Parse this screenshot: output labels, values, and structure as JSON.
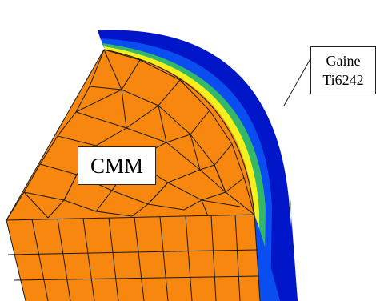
{
  "labels": {
    "core": "CMM",
    "sheath_line1": "Gaine",
    "sheath_line2": "Ti6242"
  },
  "colors": {
    "core_orange": "#f7870f",
    "outer_blue": "#0016c8",
    "mid_blue": "#0a4df0",
    "green": "#33b86a",
    "yellow": "#f4f01e",
    "mesh_line": "#1b1b1b"
  }
}
